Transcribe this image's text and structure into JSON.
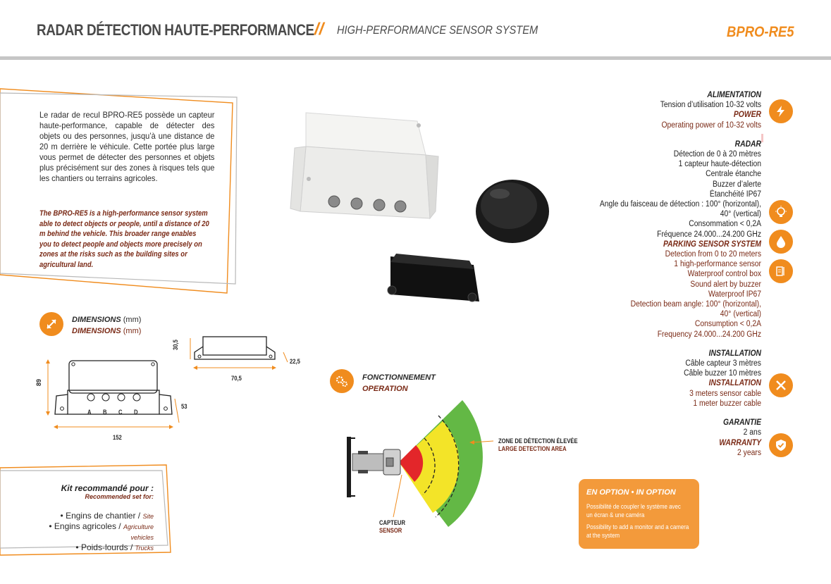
{
  "header": {
    "title": "RADAR DÉTECTION HAUTE-PERFORMANCE",
    "separator": "//",
    "subtitle": "HIGH-PERFORMANCE SENSOR SYSTEM",
    "product_code": "BPRO-RE5"
  },
  "intro": {
    "fr": "Le radar de recul BPRO-RE5 possède un capteur haute-performance, capable de détecter des objets ou des personnes, jusqu’à une distance de 20 m derrière le véhicule. Cette portée plus large vous permet de détecter des personnes et objets plus précisément sur des zones à risques tels que les chantiers ou terrains agricoles.",
    "en": "The BPRO-RE5 is a high-performance sensor system able to detect objects or people, until a distance of 20 m behind the vehicle. This broader range enables you to detect people and objects more precisely on zones at the risks such as the building sites or agricultural land."
  },
  "specs": {
    "alim_title": "ALIMENTATION",
    "alim_fr": "Tension d’utilisation 10-32 volts",
    "power_title": "POWER",
    "power_en": "Operating power of 10-32 volts",
    "radar_title": "RADAR",
    "radar_fr": [
      "Détection de 0 à 20 mètres",
      "1 capteur haute-détection",
      "Centrale étanche",
      "Buzzer d’alerte",
      "Étanchéité IP67",
      "Angle du faisceau de détection : 100° (horizontal),",
      "40° (vertical)",
      "Consommation < 0,2A",
      "Fréquence 24.000...24.200 GHz"
    ],
    "parking_title": "PARKING SENSOR SYSTEM",
    "parking_en": [
      "Detection from 0 to 20 meters",
      "1 high-performance sensor",
      "Waterproof control box",
      "Sound alert by buzzer",
      "Waterproof IP67",
      "Detection beam angle: 100° (horizontal),",
      "40° (vertical)",
      "Consumption < 0,2A",
      "Frequency 24.000...24.200 GHz"
    ],
    "install_title": "INSTALLATION",
    "install_fr": [
      "Câble capteur 3 mètres",
      "Câble buzzer 10 mètres"
    ],
    "install_title_en": "INSTALLATION",
    "install_en": [
      "3 meters sensor cable",
      "1 meter buzzer cable"
    ],
    "warranty_title": "GARANTIE",
    "warranty_fr": "2 ans",
    "warranty_title_en": "WARRANTY",
    "warranty_en": "2 years"
  },
  "icons": [
    "lightning-icon",
    "bulb-icon",
    "drop-icon",
    "thermometer-icon",
    "tools-icon",
    "shield-check-icon",
    "resize-arrows-icon",
    "gears-icon"
  ],
  "dimensions": {
    "title_fr": "DIMENSIONS",
    "title_en": "DIMENSIONS",
    "unit": "(mm)",
    "box_height": "89",
    "box_depth": "53",
    "box_width": "152",
    "ports": [
      "A",
      "B",
      "C",
      "D"
    ],
    "sensor_height": "30,5",
    "sensor_width": "70,5",
    "sensor_depth": "22,5"
  },
  "operation": {
    "title_fr": "FONCTIONNEMENT",
    "title_en": "OPERATION",
    "zone_fr": "ZONE DE DÉTECTION ÉLEVÉE",
    "zone_en": "LARGE DETECTION AREA",
    "sensor_fr": "CAPTEUR",
    "sensor_en": "SENSOR",
    "zone_colors": [
      "#e3262a",
      "#f3e428",
      "#63b845"
    ]
  },
  "kit": {
    "title_fr": "Kit recommandé pour :",
    "title_en": "Recommended set for:",
    "items": [
      {
        "fr": "• Engins de chantier  /",
        "en": "Site"
      },
      {
        "fr": "• Engins agricoles /",
        "en": "Agriculture vehicles"
      },
      {
        "fr": "• Poids-lourds /",
        "en": "Trucks"
      }
    ]
  },
  "option": {
    "title": "EN OPTION • IN OPTION",
    "fr": [
      "Possibilité de coupler le système avec",
      "un écran & une caméra"
    ],
    "en": [
      "Possibility to add a monitor and a camera",
      "at the system"
    ]
  },
  "colors": {
    "accent": "#f08c1e",
    "dark_red": "#7a2a16",
    "grey_line": "#c6c6c6"
  }
}
